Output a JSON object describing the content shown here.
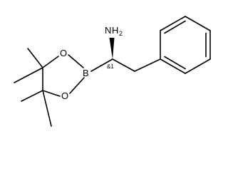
{
  "molecule": {
    "atoms": {
      "amine_n": "N",
      "amine_h": "H",
      "amine_h_count": "2",
      "boron": "B",
      "oxygen_top": "O",
      "oxygen_bottom": "O"
    },
    "stereo_label": "&1"
  },
  "colors": {
    "bond": "#000000",
    "background": "#ffffff"
  }
}
